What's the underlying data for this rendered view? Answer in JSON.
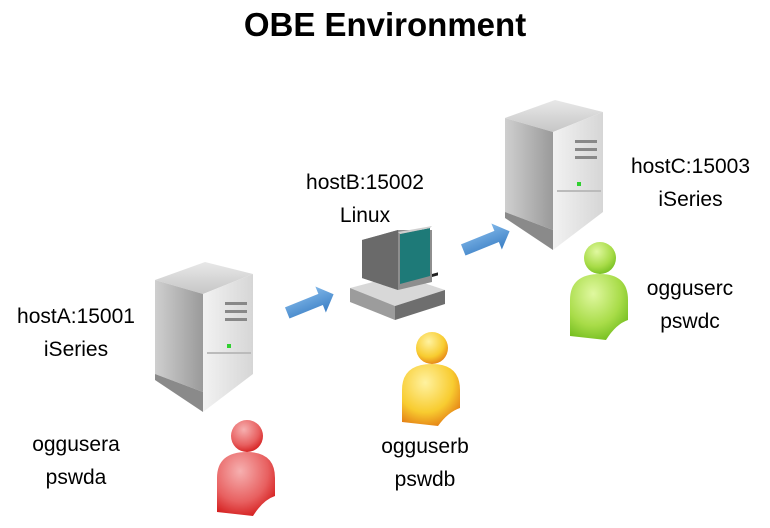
{
  "title": "OBE Environment",
  "hosts": [
    {
      "id": "hostA",
      "label": "hostA:15001",
      "os": "iSeries",
      "user": "oggusera",
      "password": "pswda",
      "device": "server-tower",
      "user_color": "#e8202a"
    },
    {
      "id": "hostB",
      "label": "hostB:15002",
      "os": "Linux",
      "user": "ogguserb",
      "password": "pswdb",
      "device": "desktop-computer",
      "user_color": "#f0b810"
    },
    {
      "id": "hostC",
      "label": "hostC:15003",
      "os": "iSeries",
      "user": "ogguserc",
      "password": "pswdc",
      "device": "server-tower",
      "user_color": "#7cc520"
    }
  ],
  "connections": [
    {
      "from": "hostA",
      "to": "hostB"
    },
    {
      "from": "hostB",
      "to": "hostC"
    }
  ],
  "colors": {
    "arrow": "#4a8fd0",
    "screen": "#1e7a78"
  }
}
